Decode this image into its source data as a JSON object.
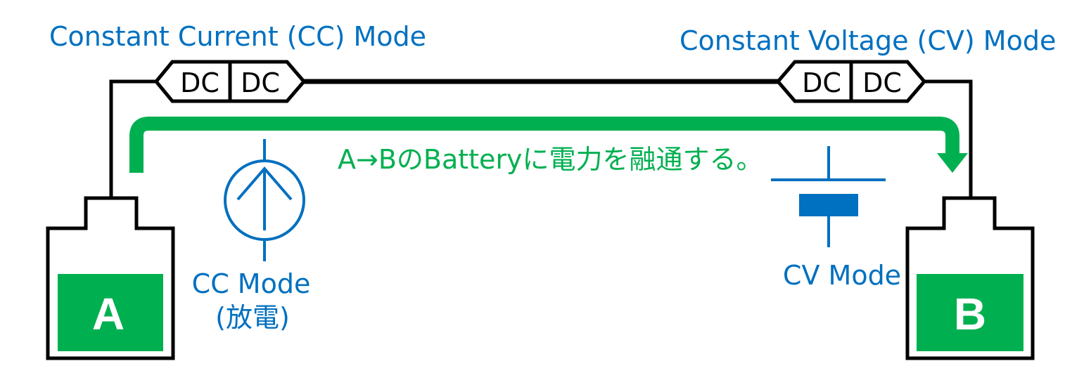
{
  "colors": {
    "blue": "#0070c0",
    "green": "#00b050",
    "black": "#000000",
    "white": "#ffffff"
  },
  "cc_title": "Constant Current (CC) Mode",
  "cv_title": "Constant Voltage (CV) Mode",
  "left_converter": {
    "left": "DC",
    "right": "DC"
  },
  "right_converter": {
    "left": "DC",
    "right": "DC"
  },
  "flow_text": "A→BのBatteryに電力を融通する。",
  "cc_source": {
    "line1": "CC Mode",
    "line2": "(放電)",
    "icon": "current-source-icon"
  },
  "cv_source": {
    "label": "CV Mode",
    "icon": "voltage-source-icon"
  },
  "battery_a": {
    "label": "A"
  },
  "battery_b": {
    "label": "B"
  }
}
